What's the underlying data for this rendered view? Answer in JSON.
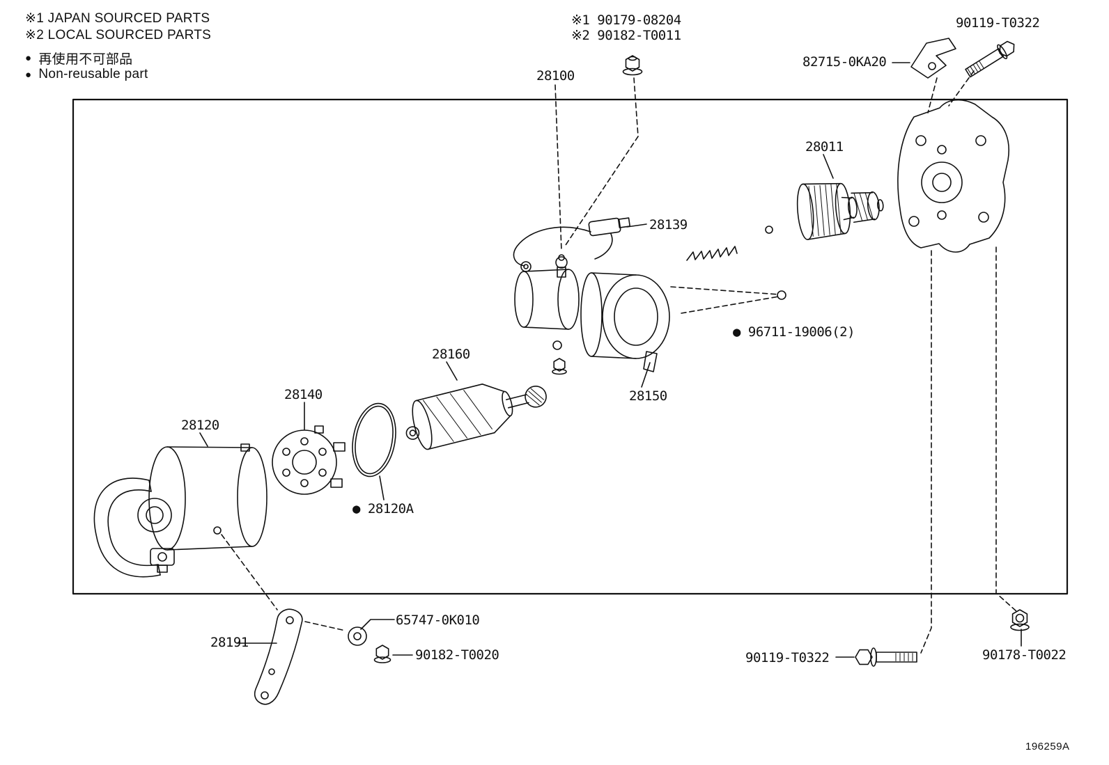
{
  "legend": {
    "japan_sourced": "※1 JAPAN SOURCED PARTS",
    "local_sourced": "※2 LOCAL SOURCED PARTS",
    "bullet": "●",
    "nonreusable_jp": "再使用不可部品",
    "nonreusable_en": "Non-reusable part"
  },
  "callouts": {
    "nut_top_line1": "※1 90179-08204",
    "nut_top_line2": "※2 90182-T0011",
    "bolt_top_right": "90119-T0322",
    "stator_bracket": "82715-0KA20",
    "starter_assembly": "28100",
    "clutch_sub": "28011",
    "switch_wire": "28139",
    "oring_switch": "● 96711-19006(2)",
    "armature": "28160",
    "drive_housing": "28150",
    "brush_holder": "28140",
    "yoke_motor": "28120",
    "oring_motor": "● 28120A",
    "support_bracket": "28191",
    "washer": "65747-0K010",
    "nut_lower": "90182-T0020",
    "bolt_lower": "90119-T0322",
    "nut_right": "90178-T0022"
  },
  "figure_id": "196259A"
}
